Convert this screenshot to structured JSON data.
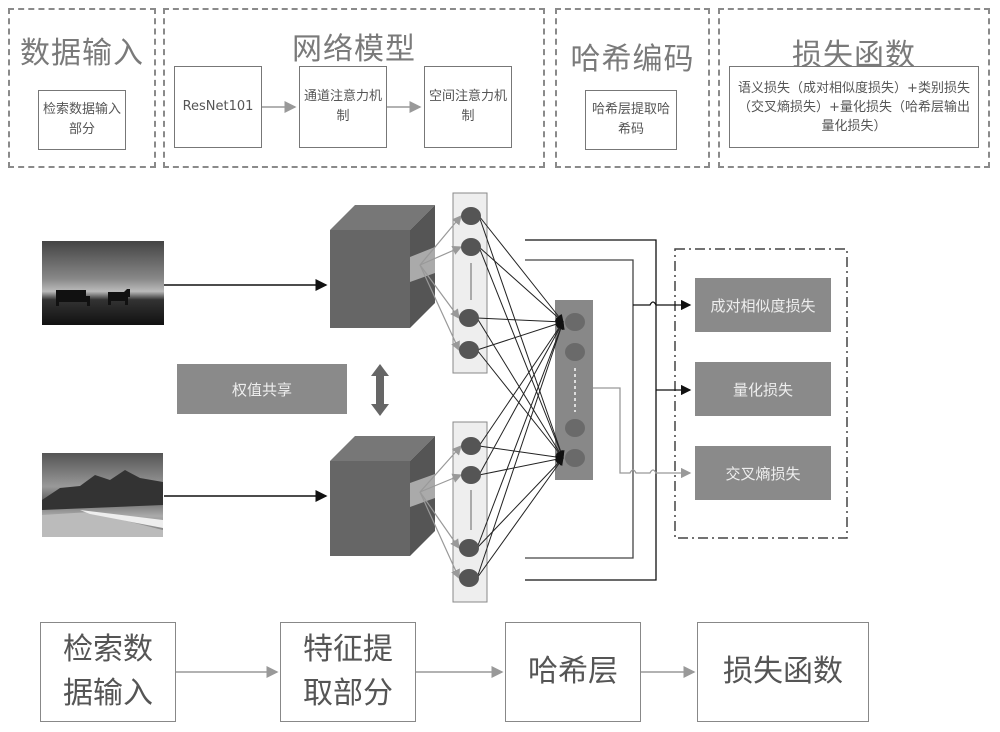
{
  "top_sections": [
    {
      "title": "数据输入",
      "box": "检索数据输入部分"
    },
    {
      "title": "网络模型",
      "boxes": [
        "ResNet101",
        "通道注意力机制",
        "空间注意力机制"
      ]
    },
    {
      "title": "哈希编码",
      "box": "哈希层提取哈希码"
    },
    {
      "title": "损失函数",
      "box": "语义损失（成对相似度损失）+类别损失（交叉熵损失）+量化损失（哈希层输出量化损失）"
    }
  ],
  "middle": {
    "weight_share_label": "权值共享",
    "input_images": [
      "cattle-silhouette-photo",
      "riverside-buildings-photo"
    ],
    "losses": [
      "成对相似度损失",
      "量化损失",
      "交叉熵损失"
    ]
  },
  "bottom_flow": [
    "检索数据输入",
    "特征提取部分",
    "哈希层",
    "损失函数"
  ]
}
